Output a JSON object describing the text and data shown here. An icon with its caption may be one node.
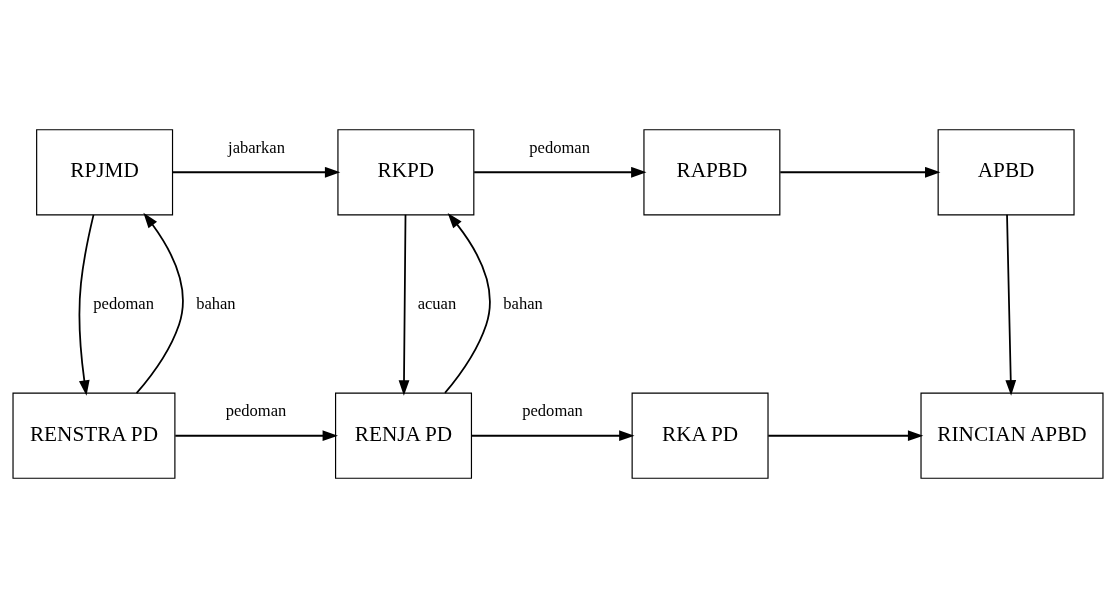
{
  "diagram": {
    "nodes": [
      {
        "text": [
          "RPJMD"
        ]
      },
      {
        "text": [
          "RKPD"
        ]
      },
      {
        "text": [
          "RAPBD"
        ]
      },
      {
        "text": [
          "APBD"
        ]
      },
      {
        "text": [
          "RENSTRA PD"
        ]
      },
      {
        "text": [
          "RENJA PD"
        ]
      },
      {
        "text": [
          "RKA PD"
        ]
      },
      {
        "text": [
          "RINCIAN APBD"
        ]
      }
    ],
    "edges": [
      {
        "from": 0,
        "to": 1,
        "arrow": "to",
        "label": "jabarkan"
      },
      {
        "from": 1,
        "to": 2,
        "arrow": "to",
        "label": "pedoman"
      },
      {
        "from": 2,
        "to": 3,
        "arrow": "to"
      },
      {
        "from": 0,
        "to": 4,
        "arrow": "to",
        "label": "pedoman"
      },
      {
        "from": 4,
        "to": 0,
        "arrow": "to",
        "label": "bahan"
      },
      {
        "from": 1,
        "to": 5,
        "arrow": "to",
        "label": "acuan"
      },
      {
        "from": 5,
        "to": 1,
        "arrow": "to",
        "label": "bahan"
      },
      {
        "from": 3,
        "to": 7,
        "arrow": "to"
      },
      {
        "from": 4,
        "to": 5,
        "arrow": "to",
        "label": "pedoman"
      },
      {
        "from": 5,
        "to": 6,
        "arrow": "to",
        "label": "pedoman"
      },
      {
        "from": 6,
        "to": 7,
        "arrow": "to"
      }
    ]
  }
}
